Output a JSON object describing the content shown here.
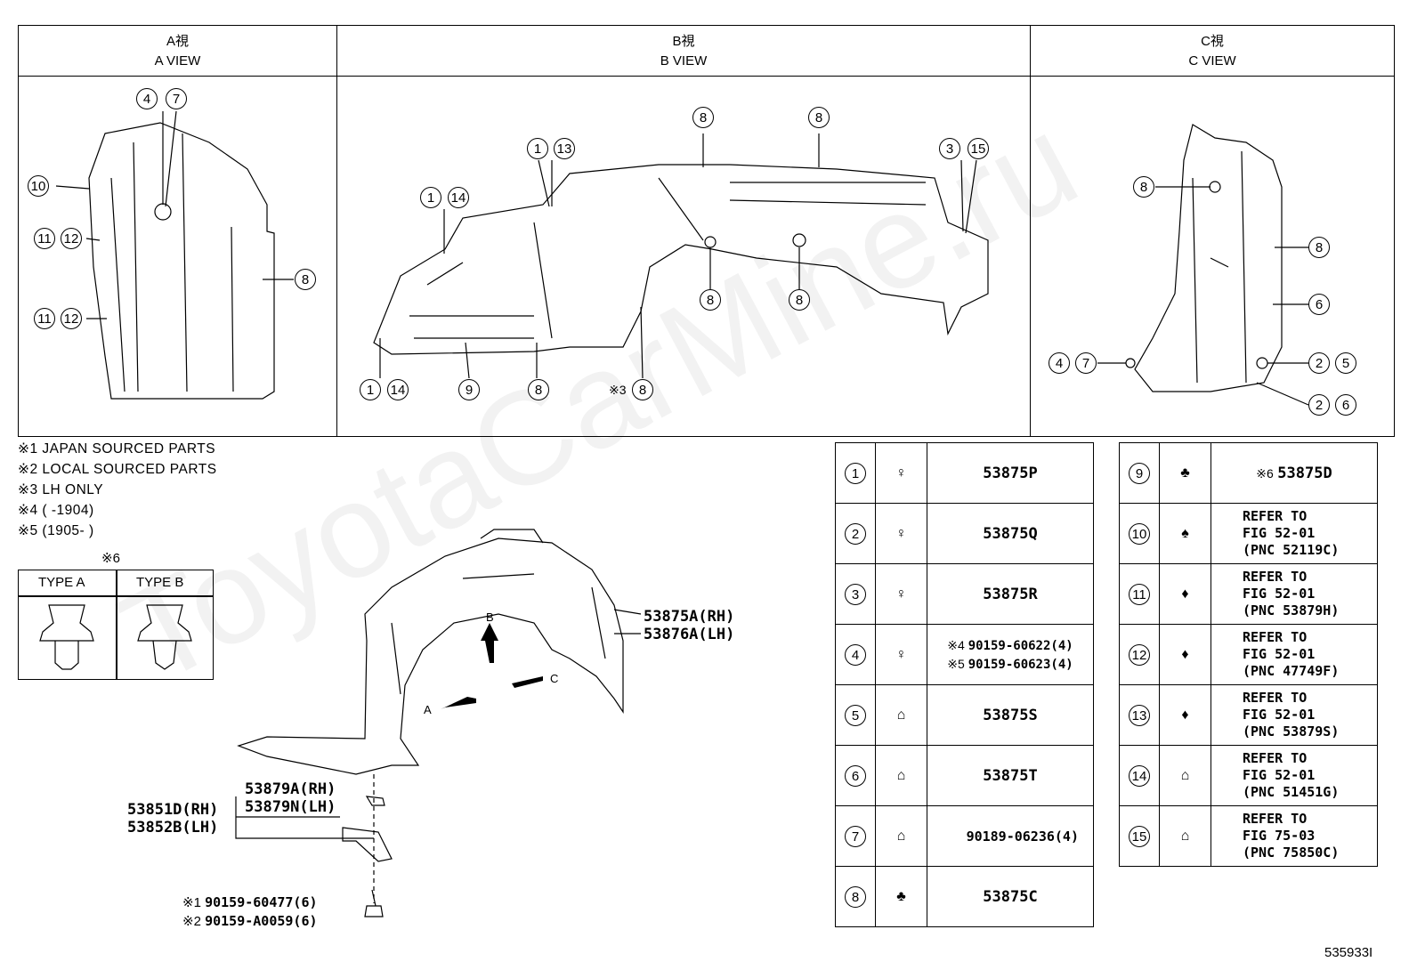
{
  "views": [
    {
      "title_jp": "A視",
      "title_en": "A VIEW"
    },
    {
      "title_jp": "B視",
      "title_en": "B VIEW"
    },
    {
      "title_jp": "C視",
      "title_en": "C VIEW"
    }
  ],
  "a_view_callouts": [
    "4",
    "7",
    "10",
    "11",
    "12",
    "11",
    "12",
    "8"
  ],
  "b_view_callouts": [
    "8",
    "8",
    "1",
    "13",
    "3",
    "15",
    "1",
    "14",
    "8",
    "8",
    "1",
    "14",
    "9",
    "8",
    "8"
  ],
  "b_view_note": "※3",
  "c_view_callouts": [
    "8",
    "8",
    "6",
    "4",
    "7",
    "2",
    "5",
    "2",
    "6"
  ],
  "notes": [
    "※1 JAPAN SOURCED PARTS",
    "※2 LOCAL SOURCED PARTS",
    "※3 LH ONLY",
    "※4 (      -1904)",
    "※5 (1905-      )"
  ],
  "type_table": {
    "mark": "※6",
    "type_a": "TYPE A",
    "type_b": "TYPE B"
  },
  "main_labels": {
    "liner_rh": "53875A(RH)",
    "liner_lh": "53876A(LH)",
    "arrow_a": "A",
    "arrow_b": "B",
    "arrow_c": "C",
    "bracket1_rh": "53879A(RH)",
    "bracket1_lh": "53879N(LH)",
    "bracket2_rh": "53851D(RH)",
    "bracket2_lh": "53852B(LH)",
    "bolt1_mark": "※1",
    "bolt1": "90159-60477(6)",
    "bolt2_mark": "※2",
    "bolt2": "90159-A0059(6)"
  },
  "parts_left": [
    {
      "no": "1",
      "part": "53875P"
    },
    {
      "no": "2",
      "part": "53875Q"
    },
    {
      "no": "3",
      "part": "53875R"
    },
    {
      "no": "4",
      "mark1": "※4",
      "part1": "90159-60622(4)",
      "mark2": "※5",
      "part2": "90159-60623(4)"
    },
    {
      "no": "5",
      "part": "53875S"
    },
    {
      "no": "6",
      "part": "53875T"
    },
    {
      "no": "7",
      "part": "90189-06236(4)"
    },
    {
      "no": "8",
      "part": "53875C"
    }
  ],
  "parts_right": [
    {
      "no": "9",
      "mark": "※6",
      "part": "53875D"
    },
    {
      "no": "10",
      "l1": "REFER TO",
      "l2": "FIG 52-01",
      "l3": "(PNC 52119C)"
    },
    {
      "no": "11",
      "l1": "REFER TO",
      "l2": "FIG 52-01",
      "l3": "(PNC 53879H)"
    },
    {
      "no": "12",
      "l1": "REFER TO",
      "l2": "FIG 52-01",
      "l3": "(PNC 47749F)"
    },
    {
      "no": "13",
      "l1": "REFER TO",
      "l2": "FIG 52-01",
      "l3": "(PNC 53879S)"
    },
    {
      "no": "14",
      "l1": "REFER TO",
      "l2": "FIG 52-01",
      "l3": "(PNC 51451G)"
    },
    {
      "no": "15",
      "l1": "REFER TO",
      "l2": "FIG 75-03",
      "l3": "(PNC 75850C)"
    }
  ],
  "figure_id": "535933I",
  "watermark": "ToyotaCarMine.ru"
}
